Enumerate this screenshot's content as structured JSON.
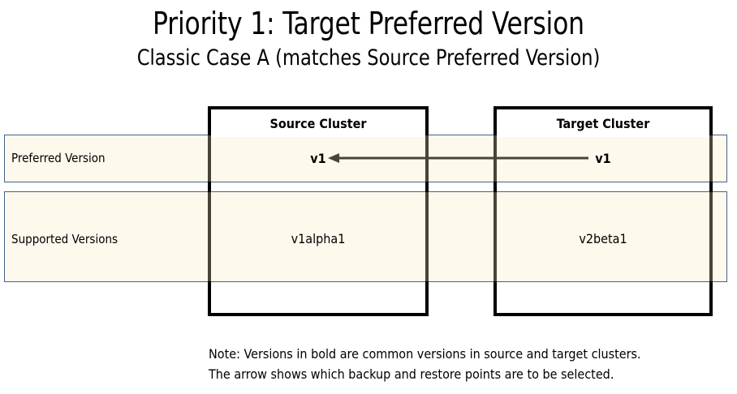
{
  "slide": {
    "title": "Priority 1: Target Preferred Version",
    "subtitle": "Classic Case A (matches Source Preferred Version)",
    "note": "Note: Versions in bold are common versions in source and target clusters.\nThe arrow shows which backup and restore points are to be selected."
  },
  "colors": {
    "band_fill": "#fdf9ec",
    "band_border": "#43628f",
    "cluster_border": "#000000",
    "arrow": "#4a4436",
    "text": "#000000"
  },
  "table": {
    "row_labels": [
      "Preferred Version",
      "Supported Versions"
    ],
    "columns": [
      {
        "header": "Source Cluster"
      },
      {
        "header": "Target Cluster"
      }
    ],
    "rows": [
      {
        "label": "Preferred Version",
        "source": "v1",
        "target": "v1",
        "bold": true
      },
      {
        "label": "Supported Versions",
        "source": "v1alpha1",
        "target": "v2beta1",
        "bold": false
      }
    ]
  },
  "arrow": {
    "direction": "right-to-left",
    "from": "target-preferred-version",
    "to": "source-preferred-version"
  }
}
